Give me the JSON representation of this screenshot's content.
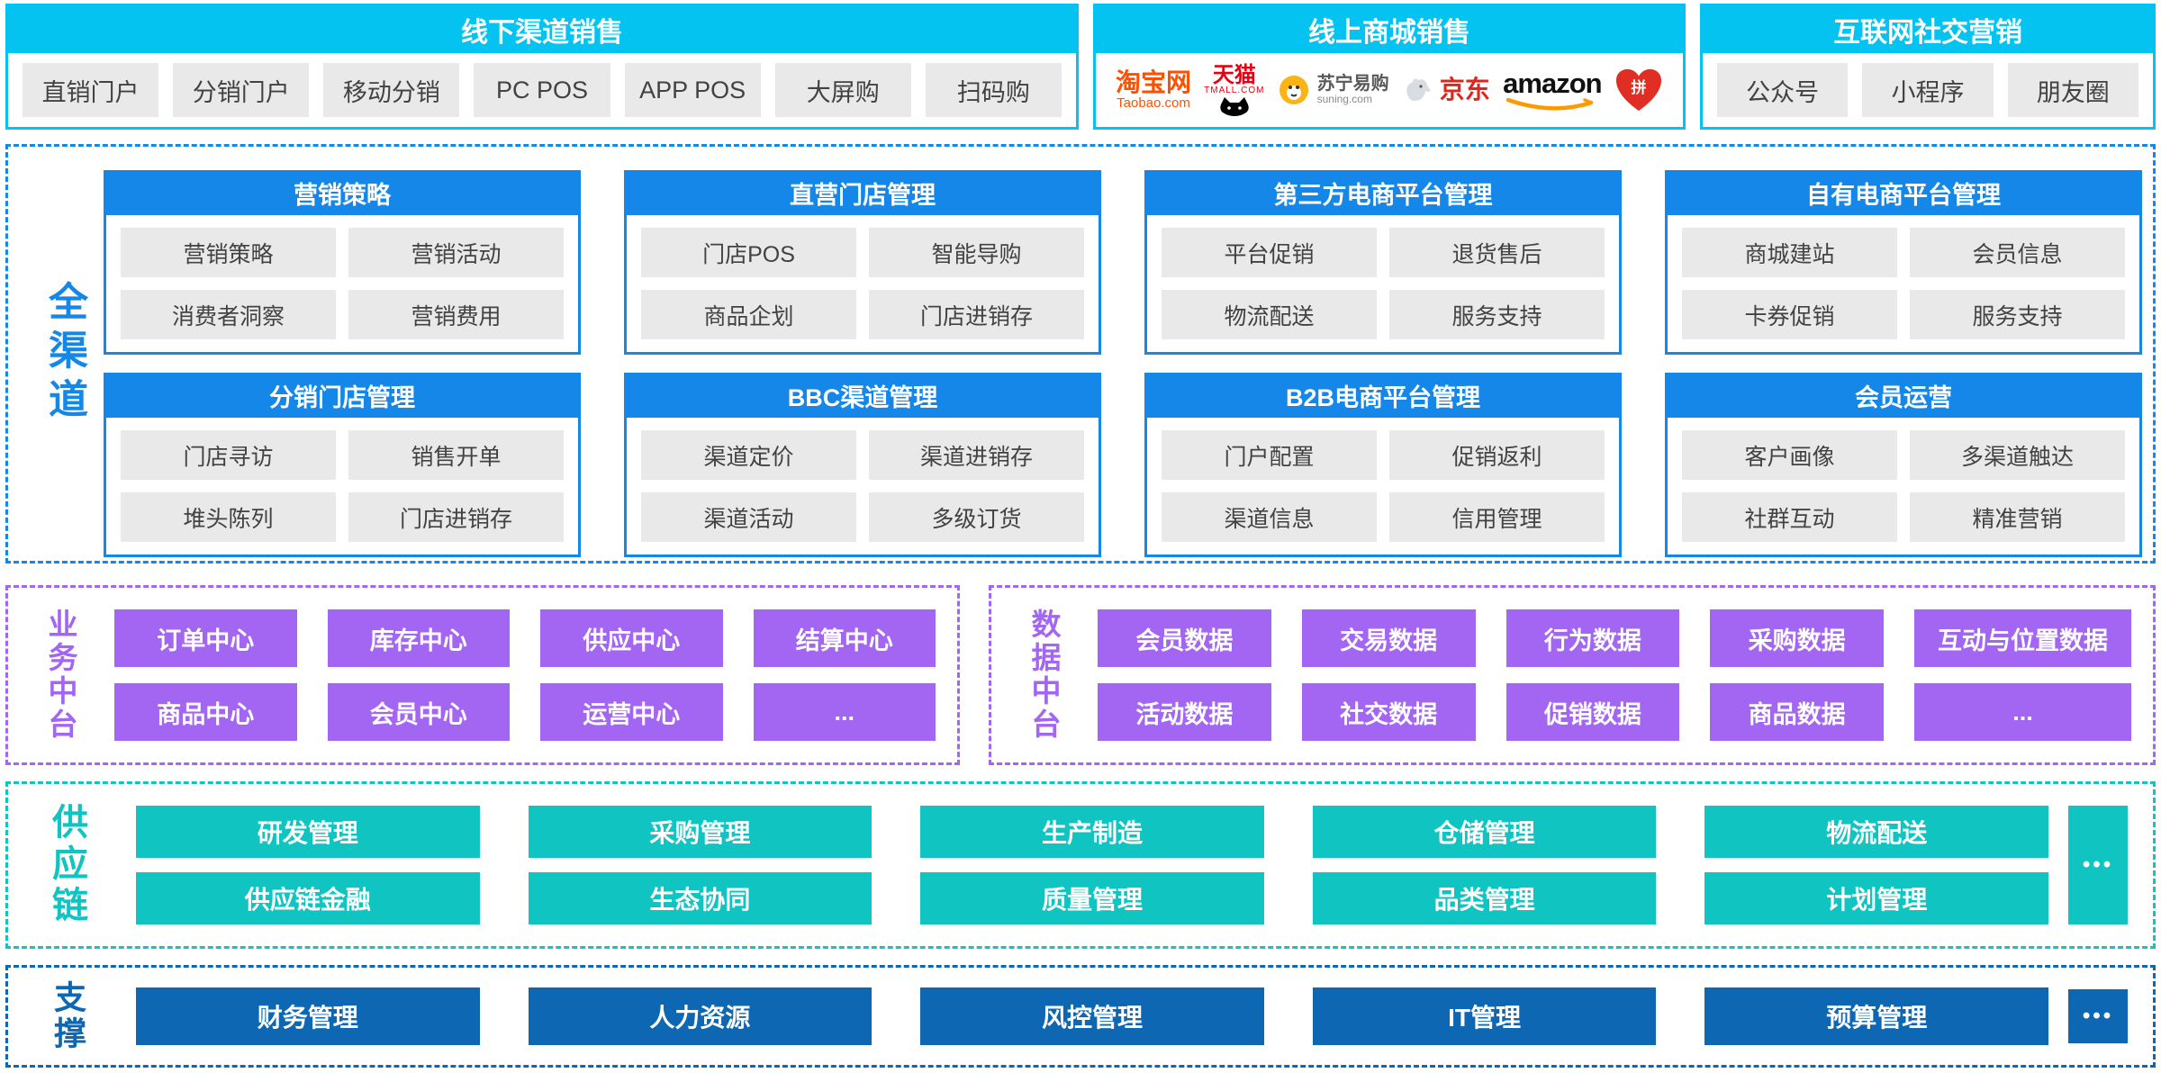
{
  "colors": {
    "cyan": "#05c3f0",
    "blue": "#1587e8",
    "purple": "#a366f2",
    "teal": "#10c4c1",
    "dark_blue": "#0d67b2",
    "block_gray": "#e9e9e9"
  },
  "top": {
    "offline": {
      "title": "线下渠道销售",
      "items": [
        "直销门户",
        "分销门户",
        "移动分销",
        "PC POS",
        "APP POS",
        "大屏购",
        "扫码购"
      ]
    },
    "online": {
      "title": "线上商城销售"
    },
    "social": {
      "title": "互联网社交营销",
      "items": [
        "公众号",
        "小程序",
        "朋友圈"
      ]
    }
  },
  "logos": {
    "taobao": {
      "text": "淘宝网",
      "sub": "Taobao.com"
    },
    "tmall": {
      "text": "天猫",
      "sub": "TMALL.COM"
    },
    "suning": {
      "text": "苏宁易购",
      "sub": "suning.com"
    },
    "jd": {
      "text": "京东"
    },
    "amazon": {
      "text": "amazon"
    },
    "pinduoduo": {
      "text": "拼"
    }
  },
  "omni": {
    "label": "全渠道",
    "rows": [
      [
        {
          "title": "营销策略",
          "items": [
            "营销策略",
            "营销活动",
            "消费者洞察",
            "营销费用"
          ]
        },
        {
          "title": "直营门店管理",
          "items": [
            "门店POS",
            "智能导购",
            "商品企划",
            "门店进销存"
          ]
        },
        {
          "title": "第三方电商平台管理",
          "items": [
            "平台促销",
            "退货售后",
            "物流配送",
            "服务支持"
          ]
        },
        {
          "title": "自有电商平台管理",
          "items": [
            "商城建站",
            "会员信息",
            "卡券促销",
            "服务支持"
          ]
        }
      ],
      [
        {
          "title": "分销门店管理",
          "items": [
            "门店寻访",
            "销售开单",
            "堆头陈列",
            "门店进销存"
          ]
        },
        {
          "title": "BBC渠道管理",
          "items": [
            "渠道定价",
            "渠道进销存",
            "渠道活动",
            "多级订货"
          ]
        },
        {
          "title": "B2B电商平台管理",
          "items": [
            "门户配置",
            "促销返利",
            "渠道信息",
            "信用管理"
          ]
        },
        {
          "title": "会员运营",
          "items": [
            "客户画像",
            "多渠道触达",
            "社群互动",
            "精准营销"
          ]
        }
      ]
    ]
  },
  "business": {
    "label": "业务中台",
    "rows": [
      [
        "订单中心",
        "库存中心",
        "供应中心",
        "结算中心"
      ],
      [
        "商品中心",
        "会员中心",
        "运营中心",
        "..."
      ]
    ]
  },
  "data_platform": {
    "label": "数据中台",
    "rows": [
      [
        "会员数据",
        "交易数据",
        "行为数据",
        "采购数据",
        "互动与位置数据"
      ],
      [
        "活动数据",
        "社交数据",
        "促销数据",
        "商品数据",
        "..."
      ]
    ]
  },
  "supply": {
    "label": "供应链",
    "rows": [
      [
        "研发管理",
        "采购管理",
        "生产制造",
        "仓储管理",
        "物流配送"
      ],
      [
        "供应链金融",
        "生态协同",
        "质量管理",
        "品类管理",
        "计划管理"
      ]
    ],
    "more": "•••"
  },
  "support": {
    "label": "支撑",
    "items": [
      "财务管理",
      "人力资源",
      "风控管理",
      "IT管理",
      "预算管理"
    ],
    "more": "•••"
  }
}
